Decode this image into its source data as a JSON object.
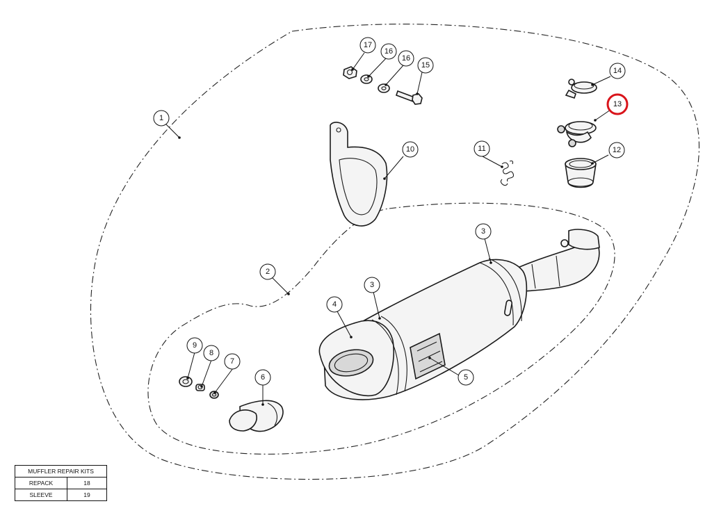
{
  "callouts": [
    {
      "id": "c1",
      "label": "1"
    },
    {
      "id": "c2",
      "label": "2"
    },
    {
      "id": "c3a",
      "label": "3"
    },
    {
      "id": "c3b",
      "label": "3"
    },
    {
      "id": "c4",
      "label": "4"
    },
    {
      "id": "c5",
      "label": "5"
    },
    {
      "id": "c6",
      "label": "6"
    },
    {
      "id": "c7",
      "label": "7"
    },
    {
      "id": "c8",
      "label": "8"
    },
    {
      "id": "c9",
      "label": "9"
    },
    {
      "id": "c10",
      "label": "10"
    },
    {
      "id": "c11",
      "label": "11"
    },
    {
      "id": "c12",
      "label": "12"
    },
    {
      "id": "c13",
      "label": "13",
      "highlighted": true
    },
    {
      "id": "c14",
      "label": "14"
    },
    {
      "id": "c15",
      "label": "15"
    },
    {
      "id": "c16a",
      "label": "16"
    },
    {
      "id": "c16b",
      "label": "16"
    },
    {
      "id": "c17",
      "label": "17"
    }
  ],
  "highlight_color": "#d9141b",
  "repair_kits": {
    "title": "MUFFLER REPAIR KITS",
    "rows": [
      {
        "name": "REPACK",
        "number": "18"
      },
      {
        "name": "SLEEVE",
        "number": "19"
      }
    ]
  }
}
